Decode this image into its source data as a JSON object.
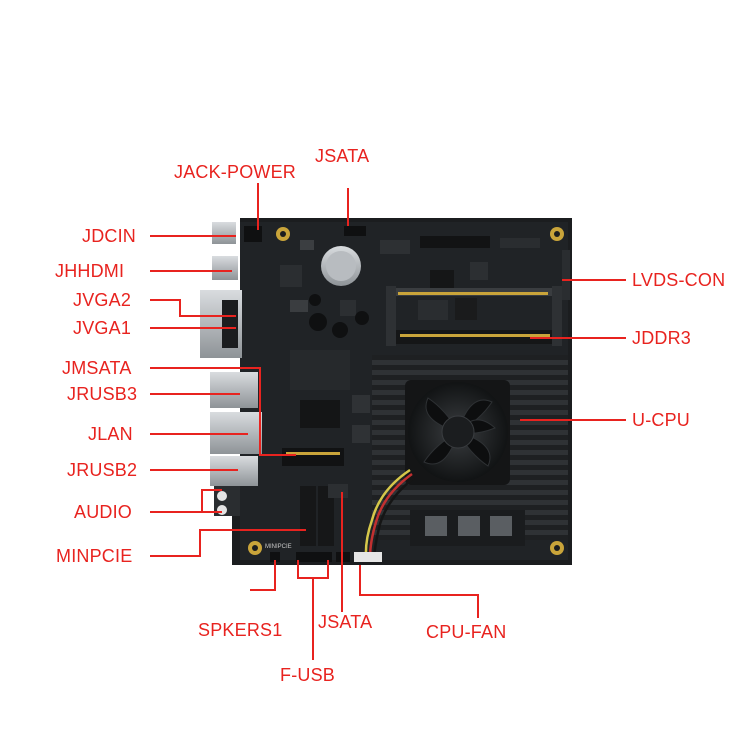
{
  "colors": {
    "label": "#e8231f",
    "board": "#1b1d1f",
    "heatsink": "#222426",
    "background": "#ffffff"
  },
  "labels": {
    "jack_power": "JACK-POWER",
    "jsata_top": "JSATA",
    "jdcin": "JDCIN",
    "jhhdmi": "JHHDMI",
    "jvga2": "JVGA2",
    "jvga1": "JVGA1",
    "jmsata": "JMSATA",
    "jrusb3": "JRUSB3",
    "jlan": "JLAN",
    "jrusb2": "JRUSB2",
    "audio": "AUDIO",
    "minpcie": "MINPCIE",
    "lvds_con": "LVDS-CON",
    "jddr3": "JDDR3",
    "u_cpu": "U-CPU",
    "spkers1": "SPKERS1",
    "jsata_bottom": "JSATA",
    "cpu_fan": "CPU-FAN",
    "f_usb": "F-USB"
  },
  "board_prints": {
    "slot_label": "MINIPCIE"
  }
}
